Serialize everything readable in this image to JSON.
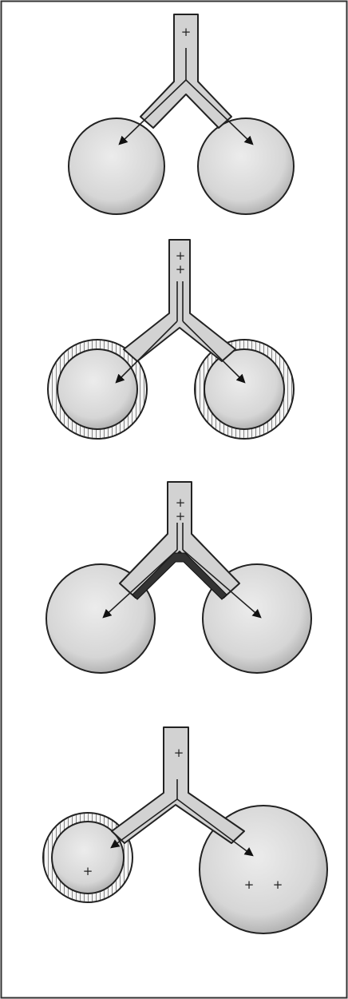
{
  "figure": {
    "panels": [
      {
        "id": "panel-1",
        "airway_marks": [
          "+"
        ],
        "left_alveolus_marks": [],
        "right_alveolus_marks": [],
        "obstruction": "none"
      },
      {
        "id": "panel-2",
        "airway_marks": [
          "+",
          "+"
        ],
        "left_alveolus_marks": [],
        "right_alveolus_marks": [],
        "obstruction": "both-alveoli-walls"
      },
      {
        "id": "panel-3",
        "airway_marks": [
          "+",
          "+"
        ],
        "left_alveolus_marks": [],
        "right_alveolus_marks": [],
        "obstruction": "airway-bifurcation"
      },
      {
        "id": "panel-4",
        "airway_marks": [
          "+"
        ],
        "left_alveolus_marks": [
          "+"
        ],
        "right_alveolus_marks": [
          "+",
          "+"
        ],
        "obstruction": "left-alveolus-wall"
      }
    ]
  },
  "colors": {
    "alveolus_fill": "#d8d8d8",
    "airway_fill": "#cfcfcf",
    "outline": "#222222",
    "obstruction": "#333333"
  }
}
